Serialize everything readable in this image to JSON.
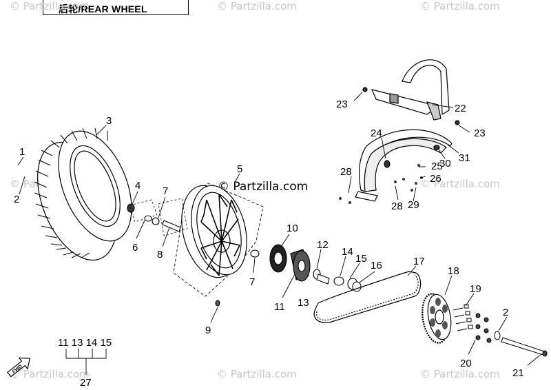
{
  "title": "后轮/REAR WHEEL",
  "watermark": {
    "main": "© Partzilla.com",
    "faint": "© Partzilla.com"
  },
  "callouts": {
    "c1": "1",
    "c2a": "2",
    "c2b": "2",
    "c3": "3",
    "c4": "4",
    "c5": "5",
    "c6": "6",
    "c7a": "7",
    "c7b": "7",
    "c8": "8",
    "c9": "9",
    "c10": "10",
    "c11": "11",
    "c12": "12",
    "c13": "13",
    "c14": "14",
    "c15": "15",
    "c16": "16",
    "c17": "17",
    "c18": "18",
    "c19": "19",
    "c20": "20",
    "c21": "21",
    "c22": "22",
    "c23a": "23",
    "c23b": "23",
    "c24": "24",
    "c25": "25",
    "c26": "26",
    "c28a": "28",
    "c28b": "28",
    "c29": "29",
    "c30": "30",
    "c31": "31",
    "kit_items": "11 13 14 15",
    "kit_total": "27"
  },
  "colors": {
    "line": "#000000",
    "watermark": "#c8c8c8"
  },
  "fwd_icon": "fwd-arrow-icon"
}
